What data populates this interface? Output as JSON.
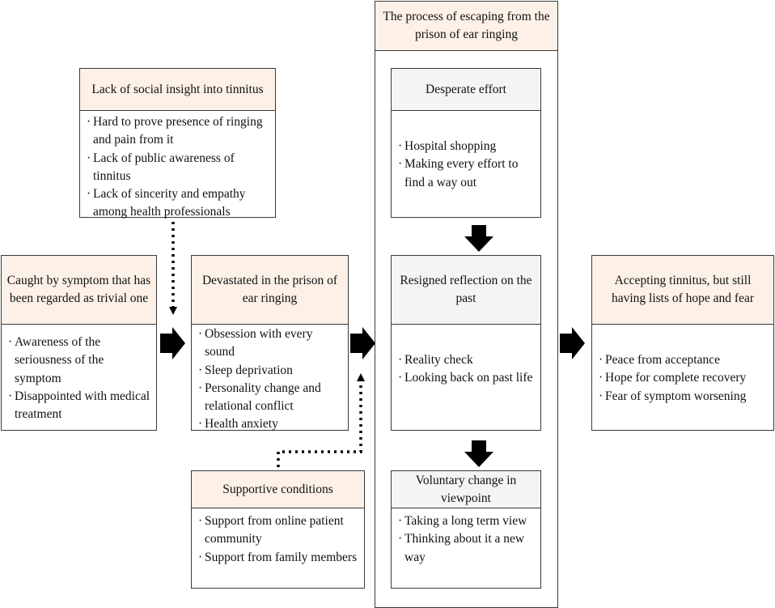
{
  "social": {
    "title": "Lack of social insight into tinnitus",
    "items": [
      "Hard to prove presence of ringing and pain from it",
      "Lack of public awareness of tinnitus",
      "Lack of sincerity and empathy among health professionals"
    ]
  },
  "caught": {
    "title": "Caught by symptom that has been regarded as trivial one",
    "items": [
      "Awareness of the seriousness of the symptom",
      "Disappointed with medical treatment"
    ]
  },
  "devastated": {
    "title": "Devastated in the prison of ear ringing",
    "items": [
      "Obsession with every sound",
      "Sleep deprivation",
      "Personality change and relational conflict",
      "Health anxiety"
    ]
  },
  "supportive": {
    "title": "Supportive conditions",
    "items": [
      "Support from online patient community",
      "Support from family members"
    ]
  },
  "process": {
    "title": "The process of escaping from the prison of ear ringing",
    "desperate": {
      "title": "Desperate effort",
      "items": [
        "Hospital shopping",
        "Making every effort to find a way out"
      ]
    },
    "resigned": {
      "title": "Resigned reflection on the past",
      "items": [
        "Reality check",
        "Looking back on past life"
      ]
    },
    "voluntary": {
      "title": "Voluntary change in viewpoint",
      "items": [
        "Taking a long term view",
        "Thinking about it a new way"
      ]
    }
  },
  "accepting": {
    "title": "Accepting tinnitus, but still having lists of hope and fear",
    "items": [
      "Peace from acceptance",
      "Hope for complete recovery",
      "Fear of symptom worsening"
    ]
  }
}
